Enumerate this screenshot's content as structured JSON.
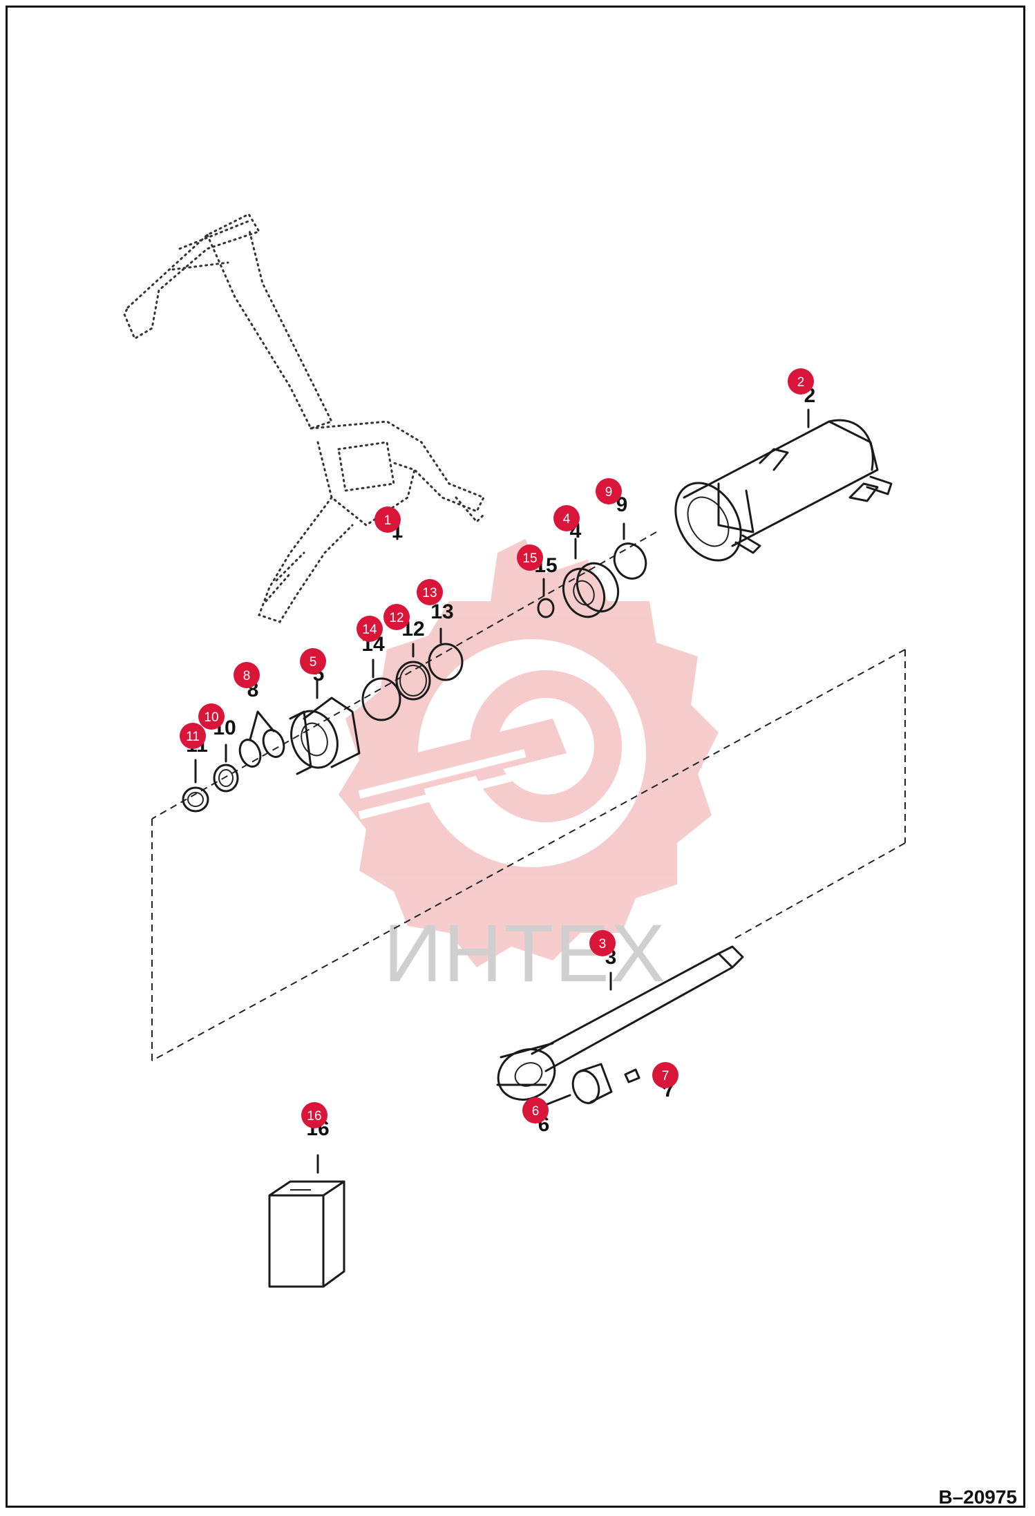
{
  "watermark": {
    "text": "ИНТЕХ",
    "gear_color": "#f5c6c6",
    "text_color": "#cfcfcf"
  },
  "colors": {
    "callout_fill": "#d9163a",
    "line": "#1a1a1a",
    "background": "#ffffff"
  },
  "reference_code": "B–20975",
  "parts": [
    {
      "id": "p1",
      "callout": "1",
      "label": "1",
      "name": "backhoe-boom-assembly"
    },
    {
      "id": "p2",
      "callout": "2",
      "label": "2",
      "name": "cylinder-barrel"
    },
    {
      "id": "p3",
      "callout": "3",
      "label": "3",
      "name": "cylinder-rod"
    },
    {
      "id": "p4",
      "callout": "4",
      "label": "4",
      "name": "piston"
    },
    {
      "id": "p5",
      "callout": "5",
      "label": "5",
      "name": "cylinder-head"
    },
    {
      "id": "p6",
      "callout": "6",
      "label": "6",
      "name": "rod-bushing"
    },
    {
      "id": "p7",
      "callout": "7",
      "label": "7",
      "name": "grease-fitting"
    },
    {
      "id": "p8",
      "callout": "8",
      "label": "8",
      "name": "head-backup-rings"
    },
    {
      "id": "p9",
      "callout": "9",
      "label": "9",
      "name": "piston-wear-ring"
    },
    {
      "id": "p10",
      "callout": "10",
      "label": "10",
      "name": "rod-seal"
    },
    {
      "id": "p11",
      "callout": "11",
      "label": "11",
      "name": "wiper-seal"
    },
    {
      "id": "p12",
      "callout": "12",
      "label": "12",
      "name": "backup-ring"
    },
    {
      "id": "p13",
      "callout": "13",
      "label": "13",
      "name": "o-ring"
    },
    {
      "id": "p14",
      "callout": "14",
      "label": "14",
      "name": "head-o-ring"
    },
    {
      "id": "p15",
      "callout": "15",
      "label": "15",
      "name": "piston-o-ring"
    },
    {
      "id": "p16",
      "callout": "16",
      "label": "16",
      "name": "seal-kit"
    }
  ]
}
